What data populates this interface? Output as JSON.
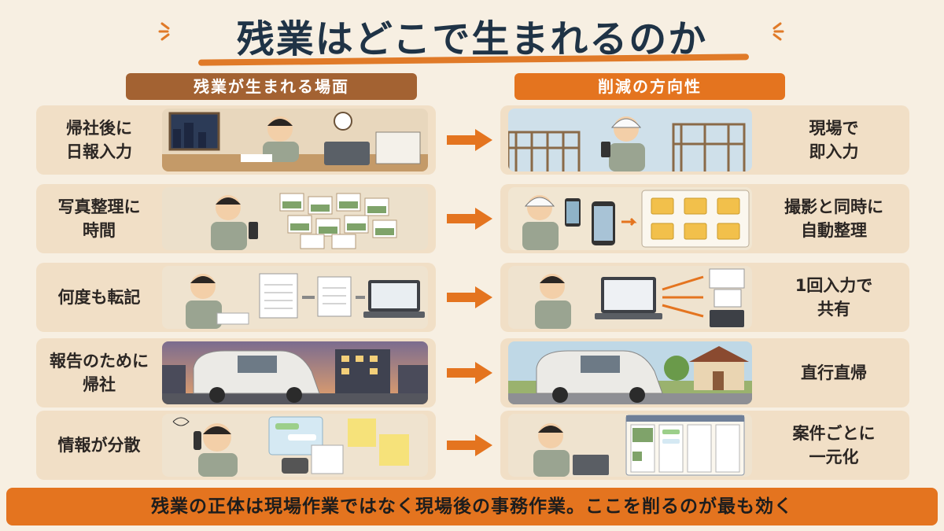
{
  "title": "残業はどこで生まれるのか",
  "columns": {
    "left": "残業が生まれる場面",
    "right": "削減の方向性"
  },
  "rows": [
    {
      "problem": "帰社後に\n日報入力",
      "solution": "現場で\n即入力",
      "problem_scene": "office-night-icon",
      "solution_scene": "site-phone-icon"
    },
    {
      "problem": "写真整理に\n時間",
      "solution": "撮影と同時に\n自動整理",
      "problem_scene": "photo-pile-icon",
      "solution_scene": "auto-folder-icon"
    },
    {
      "problem": "何度も転記",
      "solution": "1回入力で\n共有",
      "problem_scene": "transcribe-icon",
      "solution_scene": "share-icon"
    },
    {
      "problem": "報告のために\n帰社",
      "solution": "直行直帰",
      "problem_scene": "car-office-icon",
      "solution_scene": "car-home-icon"
    },
    {
      "problem": "情報が分散",
      "solution": "案件ごとに\n一元化",
      "problem_scene": "scattered-info-icon",
      "solution_scene": "unified-board-icon"
    }
  ],
  "footer": "残業の正体は現場作業ではなく現場後の事務作業。ここを削るのが最も効く",
  "colors": {
    "accent": "#e4741f",
    "brown": "#a36232",
    "title": "#1f3346",
    "panel": "#f1dfc6"
  }
}
